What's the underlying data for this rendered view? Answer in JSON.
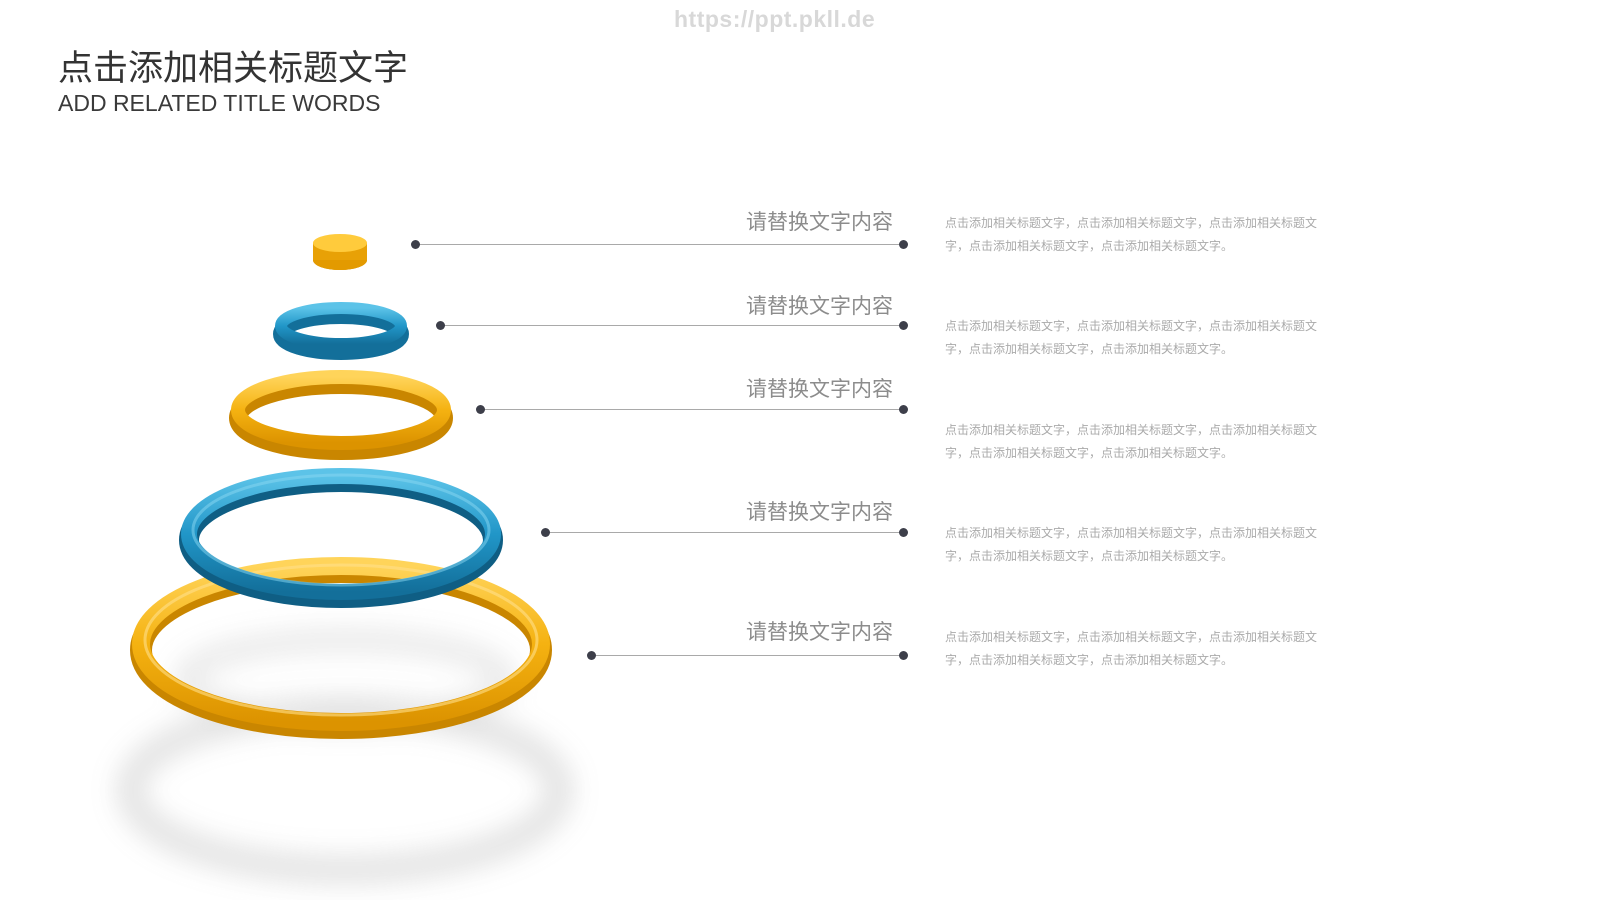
{
  "watermark": "https://ppt.pkll.de",
  "header": {
    "title_cn": "点击添加相关标题文字",
    "title_en": "ADD RELATED TITLE WORDS"
  },
  "colors": {
    "gold": "#F2A900",
    "blue": "#1F8FBF",
    "line": "#A9A9A9",
    "dot": "#3D3F4A",
    "label": "#8C8C8C",
    "desc": "#AAAAAA"
  },
  "levels": [
    {
      "label": "请替换文字内容",
      "desc": "点击添加相关标题文字，点击添加相关标题文字，点击添加相关标题文字，点击添加相关标题文字，点击添加相关标题文字。",
      "shape": "gold-disc"
    },
    {
      "label": "请替换文字内容",
      "desc": "点击添加相关标题文字，点击添加相关标题文字，点击添加相关标题文字，点击添加相关标题文字，点击添加相关标题文字。",
      "shape": "blue-ring"
    },
    {
      "label": "请替换文字内容",
      "desc": "点击添加相关标题文字，点击添加相关标题文字，点击添加相关标题文字，点击添加相关标题文字，点击添加相关标题文字。",
      "shape": "gold-ring"
    },
    {
      "label": "请替换文字内容",
      "desc": "点击添加相关标题文字，点击添加相关标题文字，点击添加相关标题文字，点击添加相关标题文字，点击添加相关标题文字。",
      "shape": "blue-ring"
    },
    {
      "label": "请替换文字内容",
      "desc": "点击添加相关标题文字，点击添加相关标题文字，点击添加相关标题文字，点击添加相关标题文字，点击添加相关标题文字。",
      "shape": "gold-ring"
    }
  ]
}
